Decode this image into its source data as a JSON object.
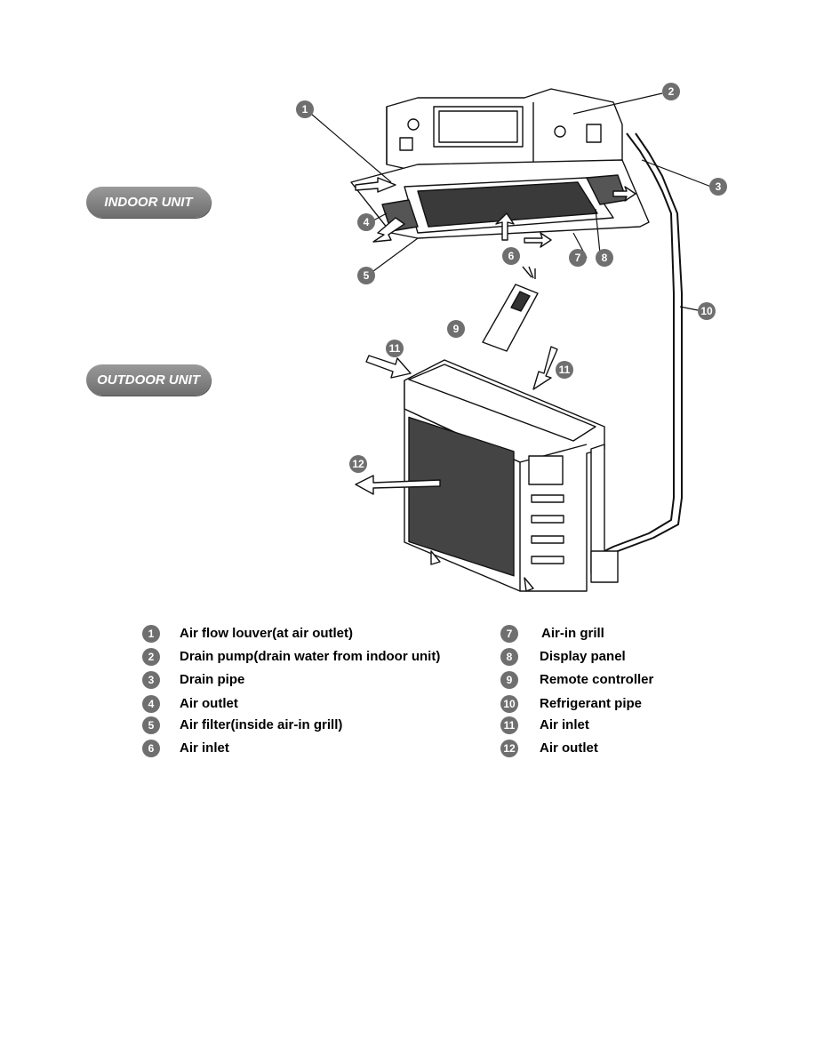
{
  "labels": {
    "indoor": "INDOOR UNIT",
    "outdoor": "OUTDOOR UNIT"
  },
  "callouts": [
    "1",
    "2",
    "3",
    "4",
    "5",
    "6",
    "7",
    "8",
    "9",
    "10",
    "11",
    "11",
    "12"
  ],
  "legend": {
    "left": [
      {
        "num": "1",
        "text": "Air flow louver(at air outlet)"
      },
      {
        "num": "2",
        "text": "Drain pump(drain water from indoor unit)"
      },
      {
        "num": "3",
        "text": "Drain pipe"
      },
      {
        "num": "4",
        "text": "Air outlet"
      },
      {
        "num": "5",
        "text": "Air filter(inside air-in grill)"
      },
      {
        "num": "6",
        "text": "Air inlet"
      }
    ],
    "right": [
      {
        "num": "7",
        "text": "Air-in grill"
      },
      {
        "num": "8",
        "text": "Display panel"
      },
      {
        "num": "9",
        "text": "Remote controller"
      },
      {
        "num": "10",
        "text": "Refrigerant pipe"
      },
      {
        "num": "11",
        "text": "Air inlet"
      },
      {
        "num": "12",
        "text": "Air outlet"
      }
    ]
  }
}
